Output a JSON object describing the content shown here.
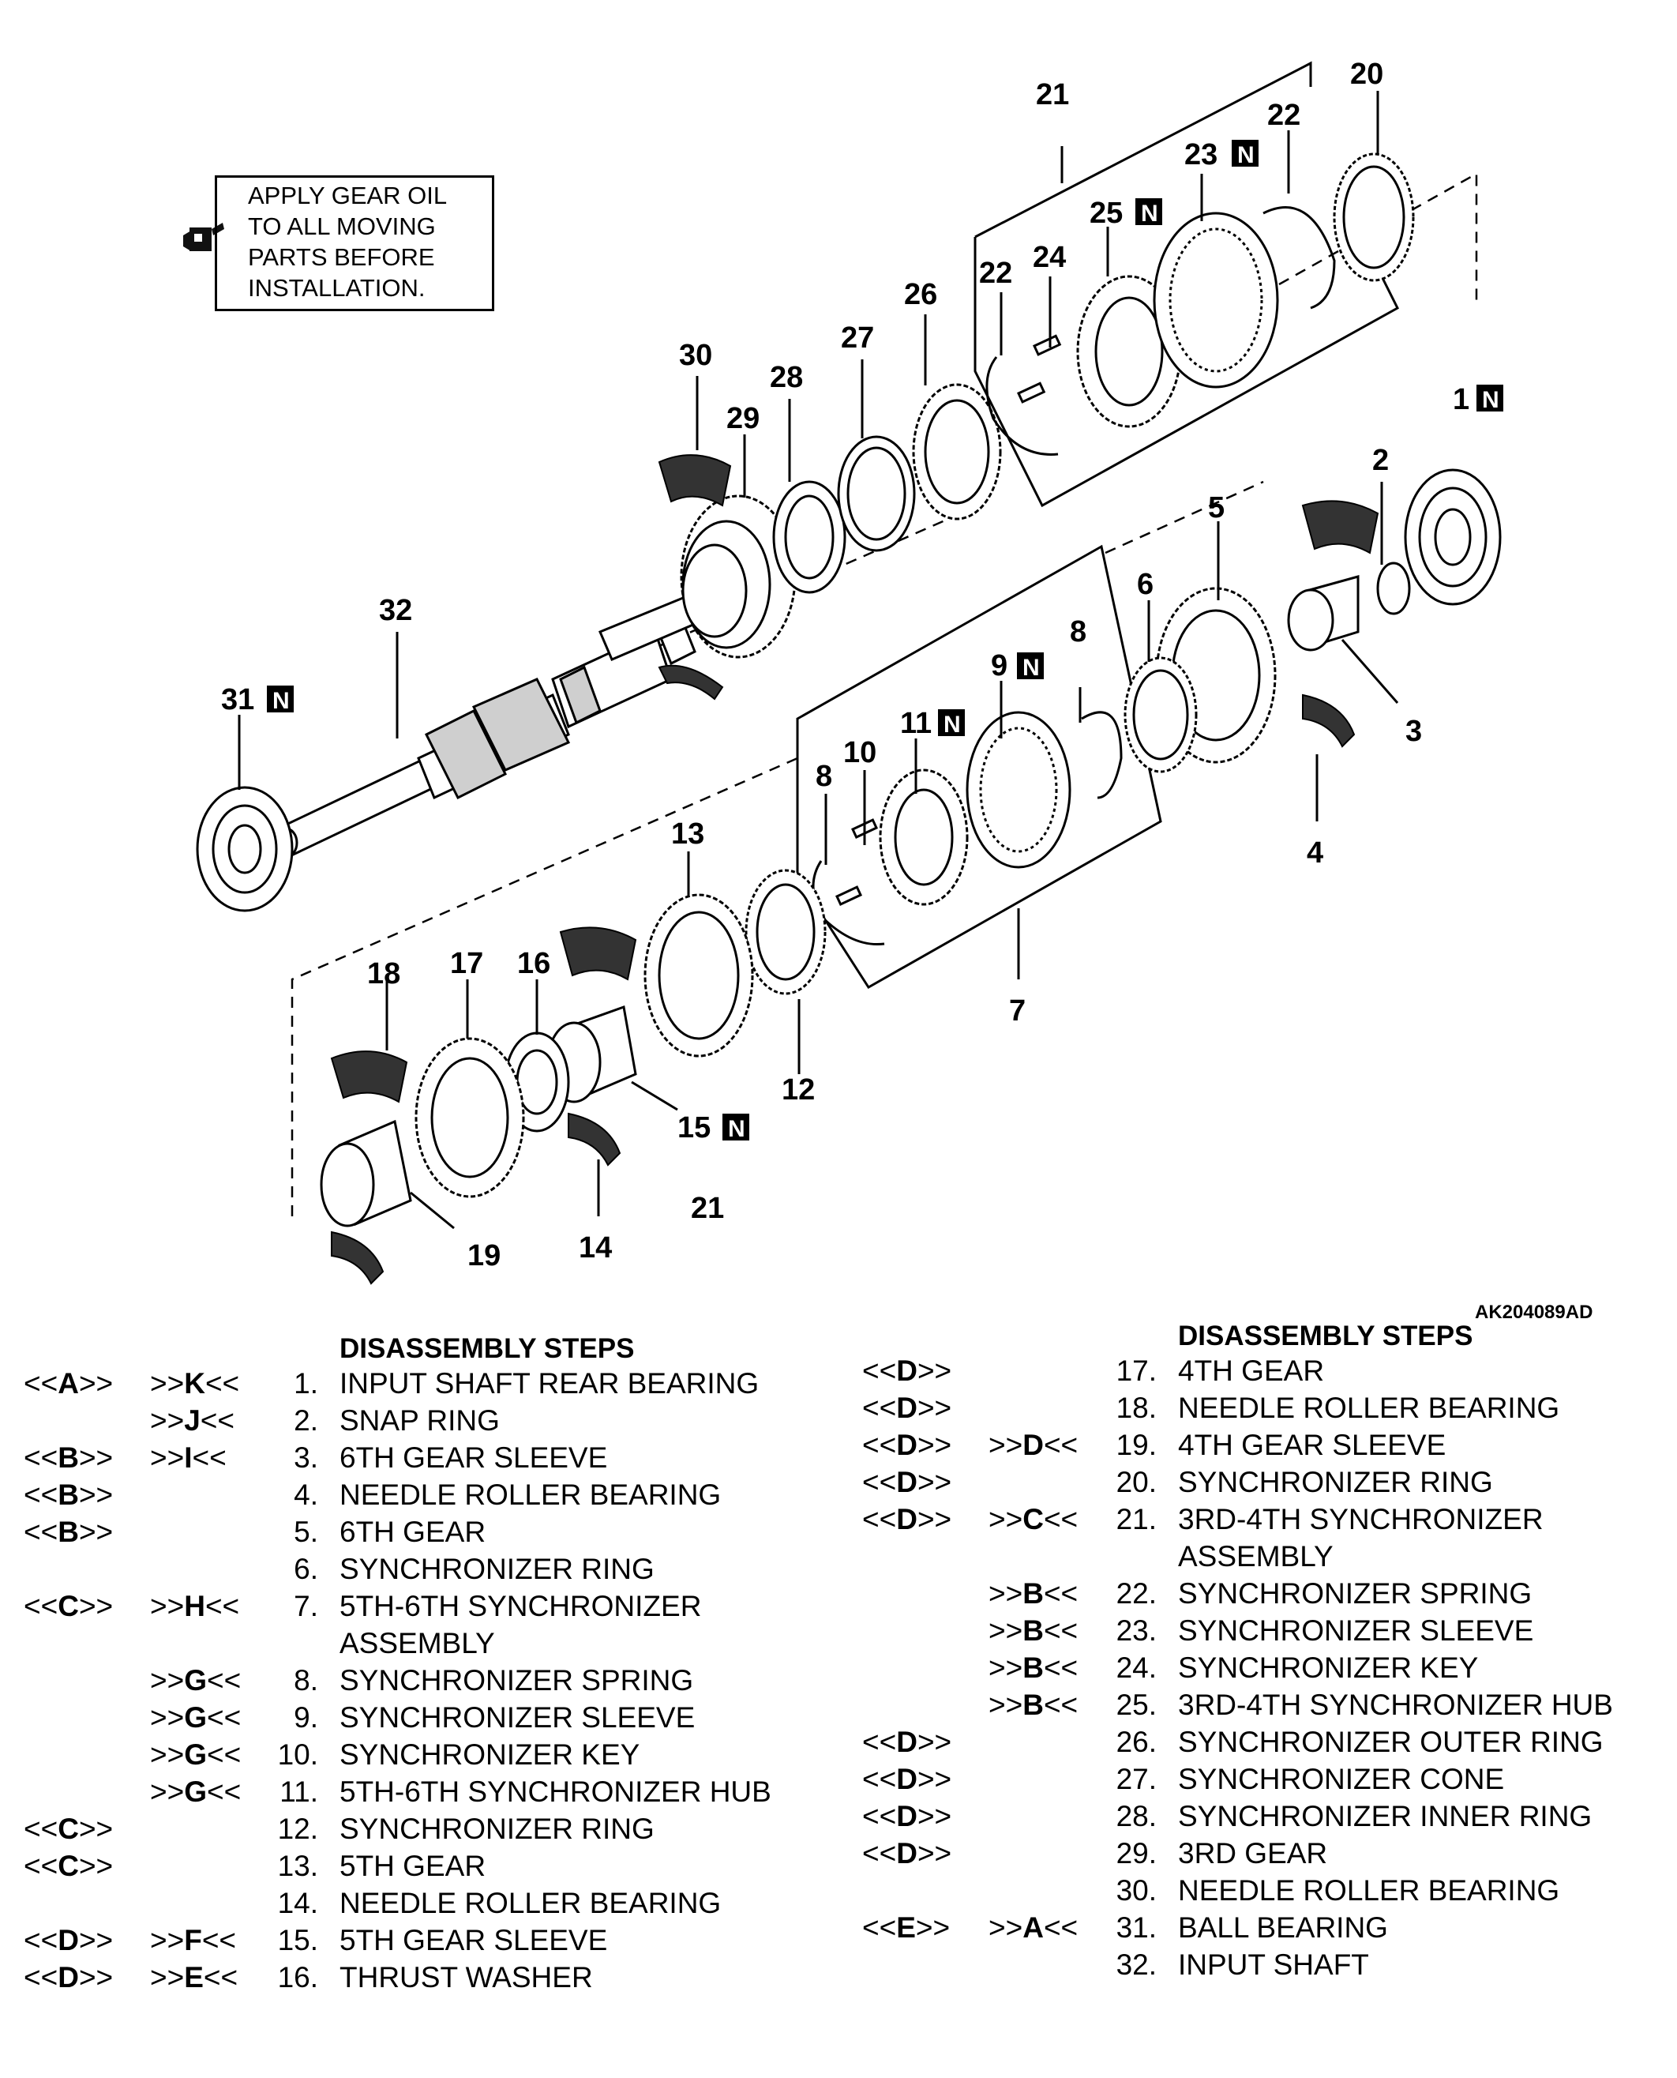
{
  "note": {
    "text": "APPLY GEAR OIL\nTO ALL MOVING\nPARTS BEFORE\nINSTALLATION.",
    "icon": "oil-can-icon"
  },
  "figure_id": "AK204089AD",
  "callouts": [
    {
      "n": "20",
      "badge": ""
    },
    {
      "n": "21",
      "badge": ""
    },
    {
      "n": "22",
      "badge": ""
    },
    {
      "n": "23",
      "badge": "N"
    },
    {
      "n": "25",
      "badge": "N"
    },
    {
      "n": "22",
      "badge": ""
    },
    {
      "n": "24",
      "badge": ""
    },
    {
      "n": "26",
      "badge": ""
    },
    {
      "n": "27",
      "badge": ""
    },
    {
      "n": "28",
      "badge": ""
    },
    {
      "n": "30",
      "badge": ""
    },
    {
      "n": "29",
      "badge": ""
    },
    {
      "n": "1",
      "badge": "N"
    },
    {
      "n": "2",
      "badge": ""
    },
    {
      "n": "5",
      "badge": ""
    },
    {
      "n": "6",
      "badge": ""
    },
    {
      "n": "8",
      "badge": ""
    },
    {
      "n": "9",
      "badge": "N"
    },
    {
      "n": "3",
      "badge": ""
    },
    {
      "n": "32",
      "badge": ""
    },
    {
      "n": "31",
      "badge": "N"
    },
    {
      "n": "11",
      "badge": "N"
    },
    {
      "n": "10",
      "badge": ""
    },
    {
      "n": "8",
      "badge": ""
    },
    {
      "n": "4",
      "badge": ""
    },
    {
      "n": "13",
      "badge": ""
    },
    {
      "n": "7",
      "badge": ""
    },
    {
      "n": "18",
      "badge": ""
    },
    {
      "n": "17",
      "badge": ""
    },
    {
      "n": "16",
      "badge": ""
    },
    {
      "n": "12",
      "badge": ""
    },
    {
      "n": "15",
      "badge": "N"
    },
    {
      "n": "21",
      "badge": ""
    },
    {
      "n": "19",
      "badge": ""
    },
    {
      "n": "14",
      "badge": ""
    }
  ],
  "steps_left": {
    "heading": "DISASSEMBLY STEPS",
    "rows": [
      {
        "a": "<<A>>",
        "b": ">>K<<",
        "n": "1.",
        "label": "INPUT SHAFT REAR BEARING"
      },
      {
        "a": "",
        "b": ">>J<<",
        "n": "2.",
        "label": "SNAP RING"
      },
      {
        "a": "<<B>>",
        "b": ">>I<<",
        "n": "3.",
        "label": "6TH GEAR SLEEVE"
      },
      {
        "a": "<<B>>",
        "b": "",
        "n": "4.",
        "label": "NEEDLE ROLLER BEARING"
      },
      {
        "a": "<<B>>",
        "b": "",
        "n": "5.",
        "label": "6TH GEAR"
      },
      {
        "a": "",
        "b": "",
        "n": "6.",
        "label": "SYNCHRONIZER RING"
      },
      {
        "a": "<<C>>",
        "b": ">>H<<",
        "n": "7.",
        "label": "5TH-6TH SYNCHRONIZER\nASSEMBLY"
      },
      {
        "a": "",
        "b": ">>G<<",
        "n": "8.",
        "label": "SYNCHRONIZER SPRING"
      },
      {
        "a": "",
        "b": ">>G<<",
        "n": "9.",
        "label": "SYNCHRONIZER SLEEVE"
      },
      {
        "a": "",
        "b": ">>G<<",
        "n": "10.",
        "label": "SYNCHRONIZER KEY"
      },
      {
        "a": "",
        "b": ">>G<<",
        "n": "11.",
        "label": "5TH-6TH SYNCHRONIZER HUB"
      },
      {
        "a": "<<C>>",
        "b": "",
        "n": "12.",
        "label": "SYNCHRONIZER RING"
      },
      {
        "a": "<<C>>",
        "b": "",
        "n": "13.",
        "label": "5TH GEAR"
      },
      {
        "a": "",
        "b": "",
        "n": "14.",
        "label": "NEEDLE ROLLER BEARING"
      },
      {
        "a": "<<D>>",
        "b": ">>F<<",
        "n": "15.",
        "label": "5TH GEAR SLEEVE"
      },
      {
        "a": "<<D>>",
        "b": ">>E<<",
        "n": "16.",
        "label": "THRUST WASHER"
      }
    ]
  },
  "steps_right": {
    "heading": "DISASSEMBLY STEPS",
    "rows": [
      {
        "a": "<<D>>",
        "b": "",
        "n": "17.",
        "label": "4TH GEAR"
      },
      {
        "a": "<<D>>",
        "b": "",
        "n": "18.",
        "label": "NEEDLE ROLLER BEARING"
      },
      {
        "a": "<<D>>",
        "b": ">>D<<",
        "n": "19.",
        "label": "4TH GEAR SLEEVE"
      },
      {
        "a": "<<D>>",
        "b": "",
        "n": "20.",
        "label": "SYNCHRONIZER RING"
      },
      {
        "a": "<<D>>",
        "b": ">>C<<",
        "n": "21.",
        "label": "3RD-4TH SYNCHRONIZER\nASSEMBLY"
      },
      {
        "a": "",
        "b": ">>B<<",
        "n": "22.",
        "label": "SYNCHRONIZER SPRING"
      },
      {
        "a": "",
        "b": ">>B<<",
        "n": "23.",
        "label": "SYNCHRONIZER SLEEVE"
      },
      {
        "a": "",
        "b": ">>B<<",
        "n": "24.",
        "label": "SYNCHRONIZER KEY"
      },
      {
        "a": "",
        "b": ">>B<<",
        "n": "25.",
        "label": "3RD-4TH SYNCHRONIZER HUB"
      },
      {
        "a": "<<D>>",
        "b": "",
        "n": "26.",
        "label": "SYNCHRONIZER OUTER RING"
      },
      {
        "a": "<<D>>",
        "b": "",
        "n": "27.",
        "label": "SYNCHRONIZER CONE"
      },
      {
        "a": "<<D>>",
        "b": "",
        "n": "28.",
        "label": "SYNCHRONIZER INNER RING"
      },
      {
        "a": "<<D>>",
        "b": "",
        "n": "29.",
        "label": "3RD GEAR"
      },
      {
        "a": "",
        "b": "",
        "n": "30.",
        "label": "NEEDLE ROLLER BEARING"
      },
      {
        "a": "<<E>>",
        "b": ">>A<<",
        "n": "31.",
        "label": "BALL BEARING"
      },
      {
        "a": "",
        "b": "",
        "n": "32.",
        "label": "INPUT SHAFT"
      }
    ]
  }
}
